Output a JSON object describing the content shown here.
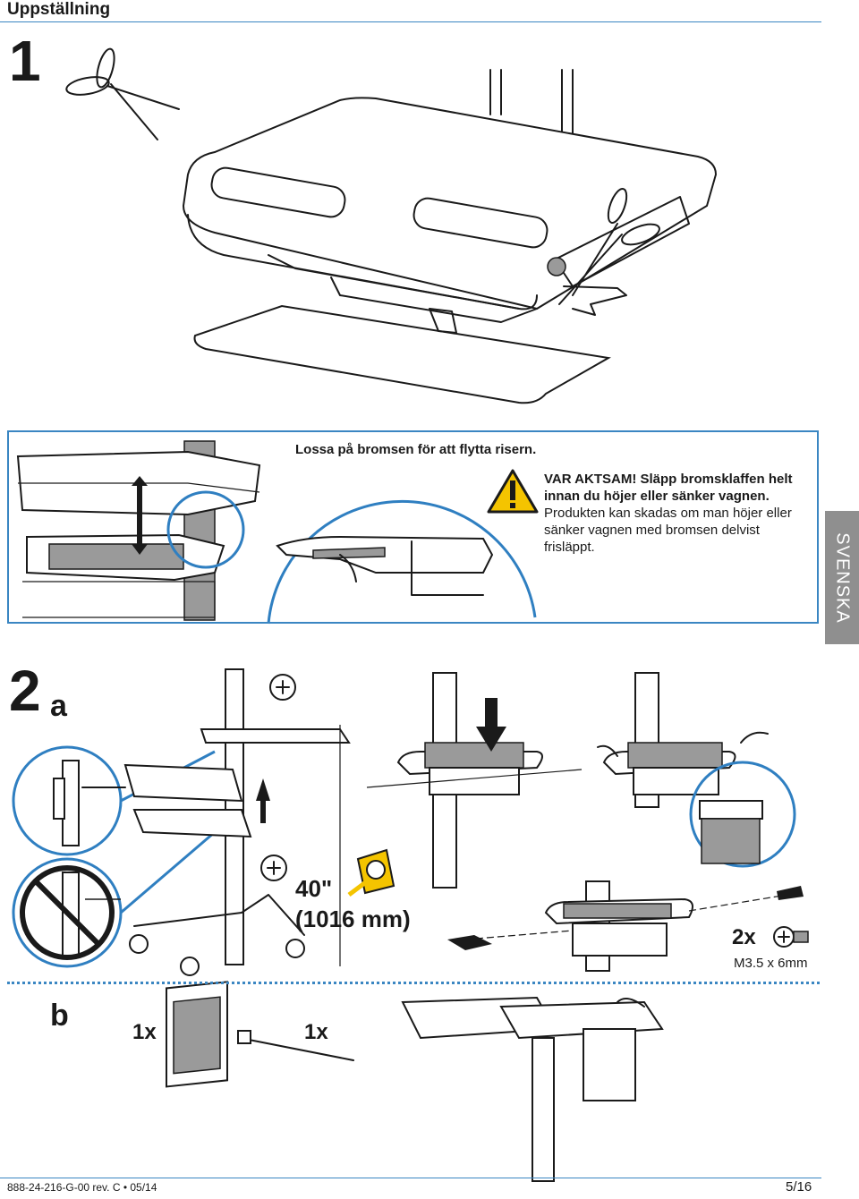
{
  "header": {
    "title": "Uppställning"
  },
  "step1": {
    "number": "1",
    "release_text": "Lossa på bromsen för att flytta risern.",
    "warning": {
      "heading": "VAR AKTSAM! Släpp bromsklaffen helt innan du höjer eller sänker vagnen.",
      "body": "Produkten kan skadas om man höjer eller sänker vagnen med bromsen delvist frisläppt."
    }
  },
  "side_tab": {
    "label": "SVENSKA"
  },
  "step2": {
    "number": "2",
    "sub_a": "a",
    "sub_b": "b",
    "measure_in": "40\"",
    "measure_mm": "(1016 mm)",
    "screw_qty": "2x",
    "screw_spec": "M3.5 x 6mm",
    "poster_qty": "1x",
    "tie_qty": "1x"
  },
  "footer": {
    "doc_id": "888-24-216-G-00 rev. C • 05/14",
    "page": "5/16"
  },
  "colors": {
    "accent": "#3a86c2",
    "warning_yellow": "#f4c400",
    "tab_gray": "#8f8f8f"
  }
}
